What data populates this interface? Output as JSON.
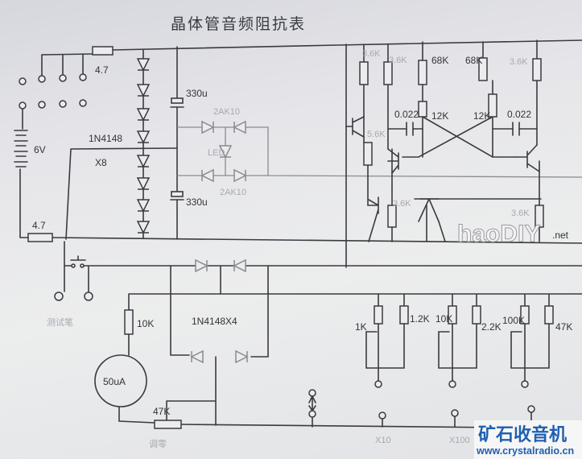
{
  "title": "晶体管音频阻抗表",
  "labels": {
    "r_top": "4.7",
    "r_bottom": "4.7",
    "battery": "6V",
    "diode_chain": "1N4148",
    "diode_count": "X8",
    "cap_top": "330u",
    "cap_bottom": "330u",
    "diode_2ak10_top": "2AK10",
    "diode_2ak10_bottom": "2AK10",
    "led": "LED",
    "r_3k6_a": "3.6K",
    "r_3k6_b": "3.6K",
    "r_3k6_c": "3.6K",
    "r_3k6_d": "3.6K",
    "r_3k6_e": "3.6K",
    "r_5k6": "5.6K",
    "pot_68k_left": "68K",
    "pot_68k_right": "68K",
    "r_12k_left": "12K",
    "r_12k_right": "12K",
    "cap_left": "0.022",
    "cap_right": "0.022",
    "test_probe": "测试笔",
    "bridge": "1N4148X4",
    "r_10k": "10K",
    "meter": "50uA",
    "pot_47k": "47K",
    "adjust": "调零",
    "r_1k": "1K",
    "r_1k2": "1.2K",
    "r_10k_bank": "10K",
    "r_2k2": "2.2K",
    "r_100k": "100K",
    "r_47k": "47K",
    "range_x10": "X10",
    "range_x100": "X100"
  },
  "watermarks": {
    "site1": "haoDIY",
    "site1_tld": ".net",
    "site2_cn": "矿石收音机",
    "site2_url": "www.crystalradio.cn"
  }
}
